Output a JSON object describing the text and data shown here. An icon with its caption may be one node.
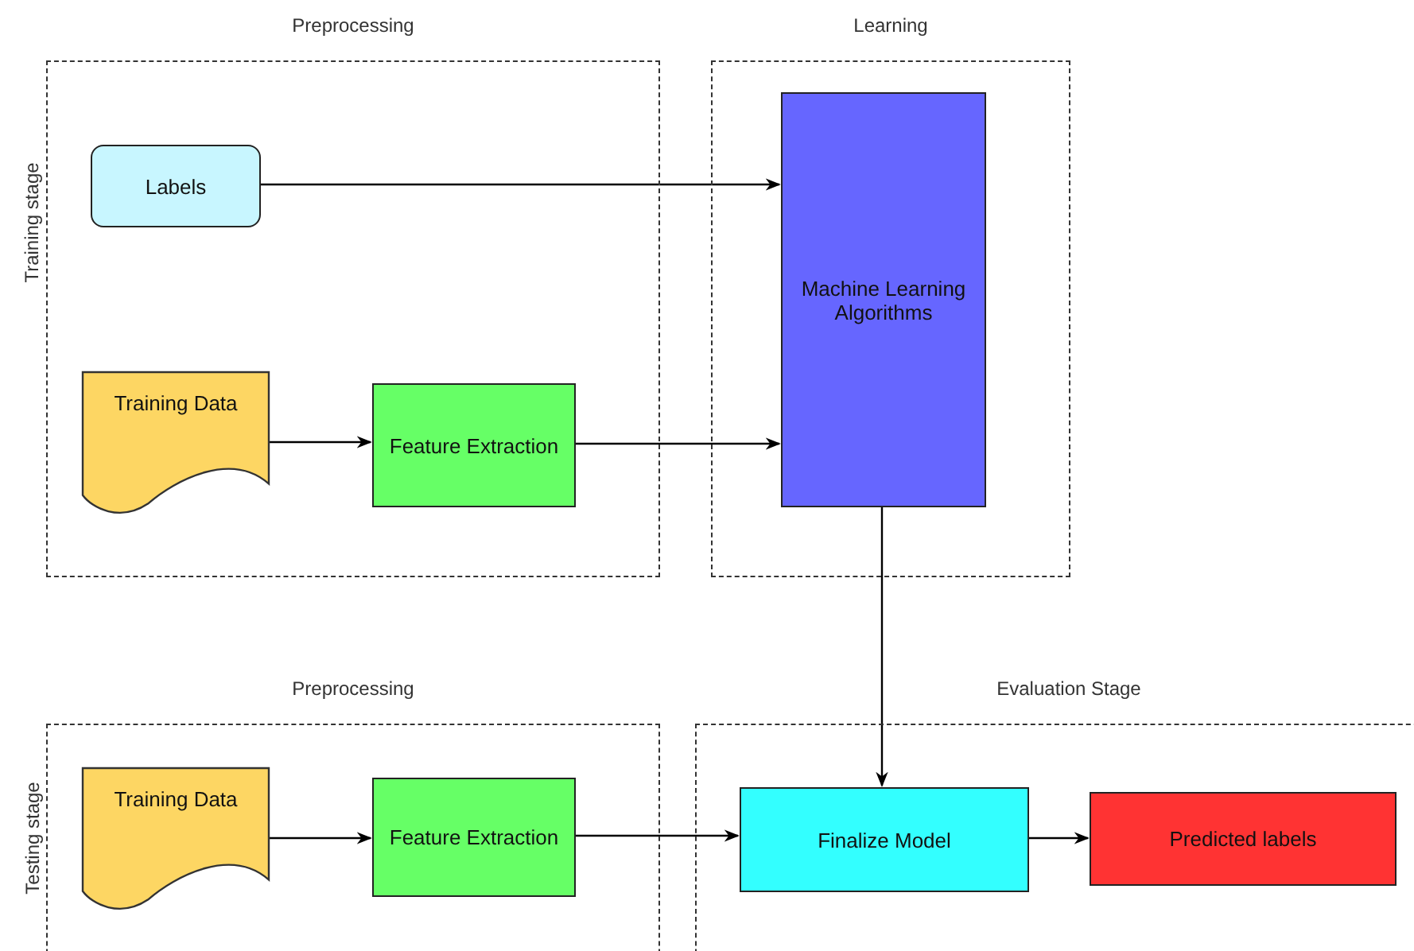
{
  "diagram": {
    "nodes": [
      {
        "text": [
          "Preprocessing"
        ]
      },
      {
        "text": [
          "Labels"
        ],
        "in": 0
      },
      {
        "text": [
          "Training Data"
        ],
        "in": 0
      },
      {
        "text": [
          "Feature Extraction"
        ],
        "in": 0
      },
      {
        "text": [
          "Learning"
        ]
      },
      {
        "text": [
          "Machine Learning Algorithms"
        ],
        "in": 4
      },
      {
        "text": [
          "Preprocessing"
        ]
      },
      {
        "text": [
          "Training Data"
        ],
        "in": 6
      },
      {
        "text": [
          "Feature Extraction"
        ],
        "in": 6
      },
      {
        "text": [
          "Evaluation Stage"
        ]
      },
      {
        "text": [
          "Finalize Model"
        ],
        "in": 9
      },
      {
        "text": [
          "Predicted labels"
        ],
        "in": 9
      }
    ],
    "edges": [
      {
        "from": 1,
        "to": 5,
        "arrow": "to"
      },
      {
        "from": 2,
        "to": 3,
        "arrow": "to"
      },
      {
        "from": 3,
        "to": 5,
        "arrow": "to"
      },
      {
        "from": 5,
        "to": 10,
        "arrow": "to"
      },
      {
        "from": 7,
        "to": 8,
        "arrow": "to"
      },
      {
        "from": 8,
        "to": 10,
        "arrow": "to"
      },
      {
        "from": 10,
        "to": 11,
        "arrow": "to"
      }
    ],
    "labels": [
      "Training stage",
      "Testing stage"
    ]
  }
}
